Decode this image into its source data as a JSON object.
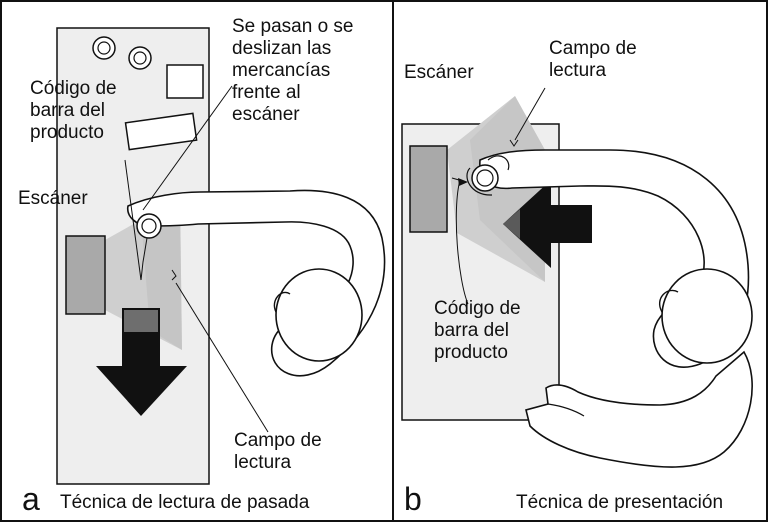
{
  "panel_a": {
    "letter": "a",
    "caption": "Técnica de lectura de pasada",
    "labels": {
      "instruction": "Se pasan o se\ndeslizan las\nmercancías\nfrente al\nescáner",
      "barcode": "Código de\nbarra del\nproducto",
      "scanner": "Escáner",
      "field": "Campo de\nlectura"
    }
  },
  "panel_b": {
    "letter": "b",
    "caption": "Técnica de presentación",
    "labels": {
      "scanner": "Escáner",
      "field": "Campo de\nlectura",
      "barcode": "Código de\nbarra del\nproducto"
    }
  },
  "colors": {
    "panel_fill": "#eeeeee",
    "scanner_fill": "#a9a9a9",
    "scan_field": "#c8c8c8",
    "arrow": "#111111"
  }
}
